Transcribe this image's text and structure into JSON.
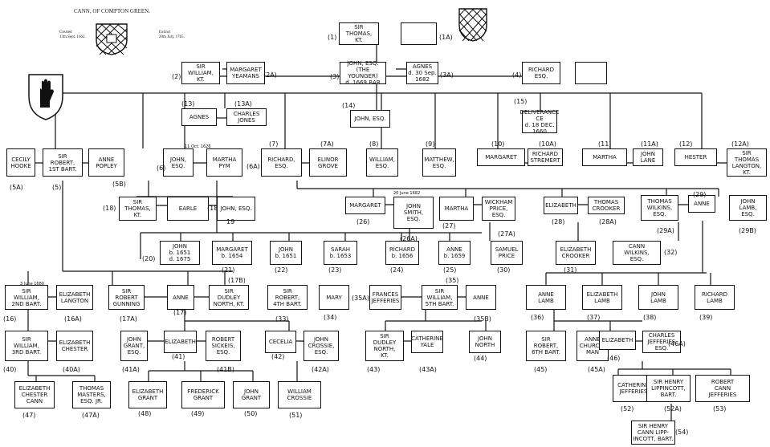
{
  "header": {
    "title": "CANN, OF COMPTON GREEN.",
    "left_note": "Created\n13th Sept. 1662.",
    "right_note": "Extinct\n20th July, 1765."
  },
  "people": [
    {
      "id": "p1",
      "num": "(1)",
      "name": "SIR\nTHOMAS,\nKT."
    },
    {
      "id": "p1a",
      "num": "(1A)",
      "name": ""
    },
    {
      "id": "p2",
      "num": "(2)",
      "name": "SIR\nWILLIAM,\nKT."
    },
    {
      "id": "p2a",
      "num": "(2A)",
      "name": "MARGARET\nYEAMANS"
    },
    {
      "id": "p3",
      "num": "(3)",
      "name": "JOHN, ESQ.\n(THE YOUNGER)\nd. 1669 BAR"
    },
    {
      "id": "p3a",
      "num": "(3A)",
      "name": "AGNES\nd. 30 Sep. 1682"
    },
    {
      "id": "p4",
      "num": "(4)",
      "name": "RICHARD\nESQ."
    },
    {
      "id": "p4a",
      "num": "",
      "name": ""
    },
    {
      "id": "p13",
      "num": "(13)",
      "name": "AGNES"
    },
    {
      "id": "p13a",
      "num": "(13A)",
      "name": "CHARLES\nJONES"
    },
    {
      "id": "p14",
      "num": "(14)",
      "name": "JOHN, ESQ."
    },
    {
      "id": "p15",
      "num": "(15)",
      "name": "DELIVERANCE\nCE\nd. 18 DEC. 1660"
    },
    {
      "id": "p5a",
      "num": "(5A)",
      "name": "CECILY\nHOOKE"
    },
    {
      "id": "p5",
      "num": "(5)",
      "name": "SIR\nROBERT,\n1ST BART."
    },
    {
      "id": "p5b",
      "num": "(5B)",
      "name": "ANNE\nPOPLEY"
    },
    {
      "id": "p6",
      "num": "(6)",
      "name": "JOHN, ESQ."
    },
    {
      "id": "p6a",
      "num": "(6A)",
      "name": "MARTHA\nPYM"
    },
    {
      "id": "p7",
      "num": "(7)",
      "name": "RICHARD,\nESQ."
    },
    {
      "id": "p7a",
      "num": "(7A)",
      "name": "ELINOR\nGROVE"
    },
    {
      "id": "p8",
      "num": "(8)",
      "name": "WILLIAM,\nESQ."
    },
    {
      "id": "p9",
      "num": "(9)",
      "name": "MATTHEW,\nESQ."
    },
    {
      "id": "p10",
      "num": "(10)",
      "name": "MARGARET"
    },
    {
      "id": "p10a",
      "num": "(10A)",
      "name": "RICHARD\nSTREMERT"
    },
    {
      "id": "p11",
      "num": "(11)",
      "name": "MARTHA"
    },
    {
      "id": "p11a",
      "num": "(11A)",
      "name": "JOHN\nLANE"
    },
    {
      "id": "p12",
      "num": "(12)",
      "name": "HESTER"
    },
    {
      "id": "p12a",
      "num": "(12A)",
      "name": "SIR\nTHOMAS\nLANGTON,\nKT."
    },
    {
      "id": "p18",
      "num": "(18)",
      "name": "SIR\nTHOMAS,\nKT."
    },
    {
      "id": "p18a",
      "num": "(18A)",
      "name": "EARLE"
    },
    {
      "id": "p19",
      "num": "19",
      "name": "JOHN, ESQ."
    },
    {
      "id": "p26",
      "num": "(26)",
      "name": "MARGARET"
    },
    {
      "id": "p26a",
      "num": "(26A)",
      "name": "JOHN\nSMITH,\nESQ."
    },
    {
      "id": "p27",
      "num": "(27)",
      "name": "MARTHA"
    },
    {
      "id": "p27a",
      "num": "(27A)",
      "name": "WICKHAM\nPRICE,\nESQ."
    },
    {
      "id": "p28",
      "num": "(28)",
      "name": "ELIZABETH"
    },
    {
      "id": "p28a",
      "num": "(28A)",
      "name": "THOMAS\nCROOKER"
    },
    {
      "id": "p29a",
      "num": "(29A)",
      "name": "THOMAS\nWILKINS,\nESQ."
    },
    {
      "id": "p29",
      "num": "(29)",
      "name": "ANNE"
    },
    {
      "id": "p29b",
      "num": "(29B)",
      "name": "JOHN\nLAMB,\nESQ."
    },
    {
      "id": "p20",
      "num": "(20)",
      "name": "JOHN\nb. 1651\nd. 1675"
    },
    {
      "id": "p21",
      "num": "(21)",
      "name": "MARGARET\nb. 1654"
    },
    {
      "id": "p22",
      "num": "(22)",
      "name": "JOHN\nb. 1651"
    },
    {
      "id": "p23",
      "num": "(23)",
      "name": "SARAH\nb. 1653"
    },
    {
      "id": "p24",
      "num": "(24)",
      "name": "RICHARD\nb. 1656"
    },
    {
      "id": "p25",
      "num": "(25)",
      "name": "ANNE\nb. 1659"
    },
    {
      "id": "p30",
      "num": "(30)",
      "name": "SAMUEL\nPRICE"
    },
    {
      "id": "p31",
      "num": "(31)",
      "name": "ELIZABETH\nCROOKER"
    },
    {
      "id": "p32",
      "num": "(32)",
      "name": "CANN\nWILKINS,\nESQ."
    },
    {
      "id": "p16",
      "num": "(16)",
      "name": "SIR\nWILLIAM,\n2ND BART."
    },
    {
      "id": "p16a",
      "num": "(16A)",
      "name": "ELIZABETH\nLANGTON"
    },
    {
      "id": "p17a",
      "num": "(17A)",
      "name": "SIR\nROBERT\nGUNNING"
    },
    {
      "id": "p17",
      "num": "(17)",
      "name": "ANNE"
    },
    {
      "id": "p17b",
      "num": "(17B)",
      "name": "SIR\nDUDLEY\nNORTH, KT."
    },
    {
      "id": "p33",
      "num": "(33)",
      "name": "SIR\nROBERT,\n4TH BART."
    },
    {
      "id": "p34",
      "num": "(34)",
      "name": "MARY"
    },
    {
      "id": "p35a",
      "num": "(35A)",
      "name": "FRANCES\nJEFFERIES"
    },
    {
      "id": "p35",
      "num": "(35)",
      "name": "SIR\nWILLIAM,\n5TH BART."
    },
    {
      "id": "p35b",
      "num": "(35B)",
      "name": "ANNE"
    },
    {
      "id": "p36",
      "num": "(36)",
      "name": "ANNE\nLAMB"
    },
    {
      "id": "p37",
      "num": "(37)",
      "name": "ELIZABETH\nLAMB"
    },
    {
      "id": "p38",
      "num": "(38)",
      "name": "JOHN\nLAMB"
    },
    {
      "id": "p39",
      "num": "(39)",
      "name": "RICHARD\nLAMB"
    },
    {
      "id": "p40",
      "num": "(40)",
      "name": "SIR\nWILLIAM,\n3RD BART."
    },
    {
      "id": "p40a",
      "num": "(40A)",
      "name": "ELIZABETH\nCHESTER"
    },
    {
      "id": "p41a",
      "num": "(41A)",
      "name": "JOHN\nGRANT,\nESQ."
    },
    {
      "id": "p41",
      "num": "(41)",
      "name": "ELIZABETH"
    },
    {
      "id": "p41b",
      "num": "(41B)",
      "name": "ROBERT\nSICKEIS,\nESQ."
    },
    {
      "id": "p42",
      "num": "(42)",
      "name": "CECELIA"
    },
    {
      "id": "p42a",
      "num": "(42A)",
      "name": "JOHN\nCROSSIE,\nESQ."
    },
    {
      "id": "p43",
      "num": "(43)",
      "name": "SIR\nDUDLEY\nNORTH,\nKT."
    },
    {
      "id": "p43a",
      "num": "(43A)",
      "name": "CATHERINE\nYALE"
    },
    {
      "id": "p44",
      "num": "(44)",
      "name": "JOHN\nNORTH"
    },
    {
      "id": "p45",
      "num": "(45)",
      "name": "SIR\nROBERT,\n6TH BART."
    },
    {
      "id": "p45a",
      "num": "(45A)",
      "name": "ANNE\nCHURCH-\nMAN"
    },
    {
      "id": "p46",
      "num": "(46)",
      "name": "ELIZABETH"
    },
    {
      "id": "p46a",
      "num": "(46A)",
      "name": "CHARLES\nJEFFERIES\nESQ."
    },
    {
      "id": "p47",
      "num": "(47)",
      "name": "ELIZABETH\nCHESTER\nCANN"
    },
    {
      "id": "p47a",
      "num": "(47A)",
      "name": "THOMAS\nMASTERS,\nESQ. JR."
    },
    {
      "id": "p48",
      "num": "(48)",
      "name": "ELIZABETH\nGRANT"
    },
    {
      "id": "p49",
      "num": "(49)",
      "name": "FREDERICK\nGRANT"
    },
    {
      "id": "p50",
      "num": "(50)",
      "name": "JOHN\nGRANT"
    },
    {
      "id": "p51",
      "num": "(51)",
      "name": "WILLIAM\nCROSSIE"
    },
    {
      "id": "p52",
      "num": "(52)",
      "name": "CATHERINE\nJEFFERIES"
    },
    {
      "id": "p52a",
      "num": "(52A)",
      "name": "SIR HENRY\nLIPPINCOTT,\nBART."
    },
    {
      "id": "p53",
      "num": "(53)",
      "name": "ROBERT\nCANN\nJEFFERIES"
    },
    {
      "id": "p54",
      "num": "(54)",
      "name": "SIR HENRY\nCANN LIPP-\nINCOTT, BART."
    }
  ],
  "dates": {
    "d6": "11 Oct. 1626",
    "d26": "20 June 1682",
    "d16": "3 June 1680"
  }
}
